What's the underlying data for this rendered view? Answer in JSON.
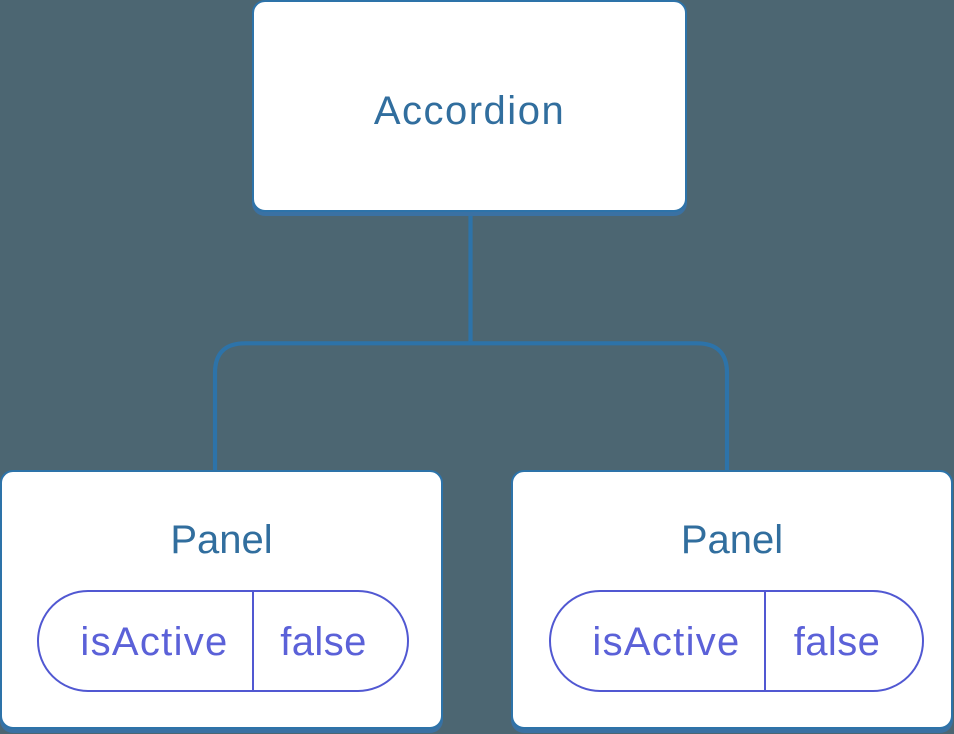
{
  "diagram": {
    "type": "component-tree",
    "colors": {
      "background": "#4c6672",
      "node_border_blue": "#2d73a9",
      "node_shadow_blue": "#3a71a3",
      "connector_blue": "#2d73a9",
      "node_label_blue": "#316e9e",
      "state_purple": "#5158d2",
      "state_text_purple": "#5b61d8",
      "node_fill": "#ffffff"
    },
    "root": {
      "label": "Accordion"
    },
    "children": [
      {
        "label": "Panel",
        "state": {
          "name": "isActive",
          "value": "false"
        }
      },
      {
        "label": "Panel",
        "state": {
          "name": "isActive",
          "value": "false"
        }
      }
    ]
  }
}
